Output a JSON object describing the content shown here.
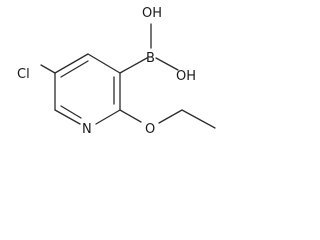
{
  "molecule": {
    "atoms": {
      "chlorine": "Cl",
      "ring_nitrogen": "N",
      "boron": "B",
      "hydroxyl_top": "OH",
      "hydroxyl_right": "OH",
      "ether_oxygen": "O"
    }
  }
}
